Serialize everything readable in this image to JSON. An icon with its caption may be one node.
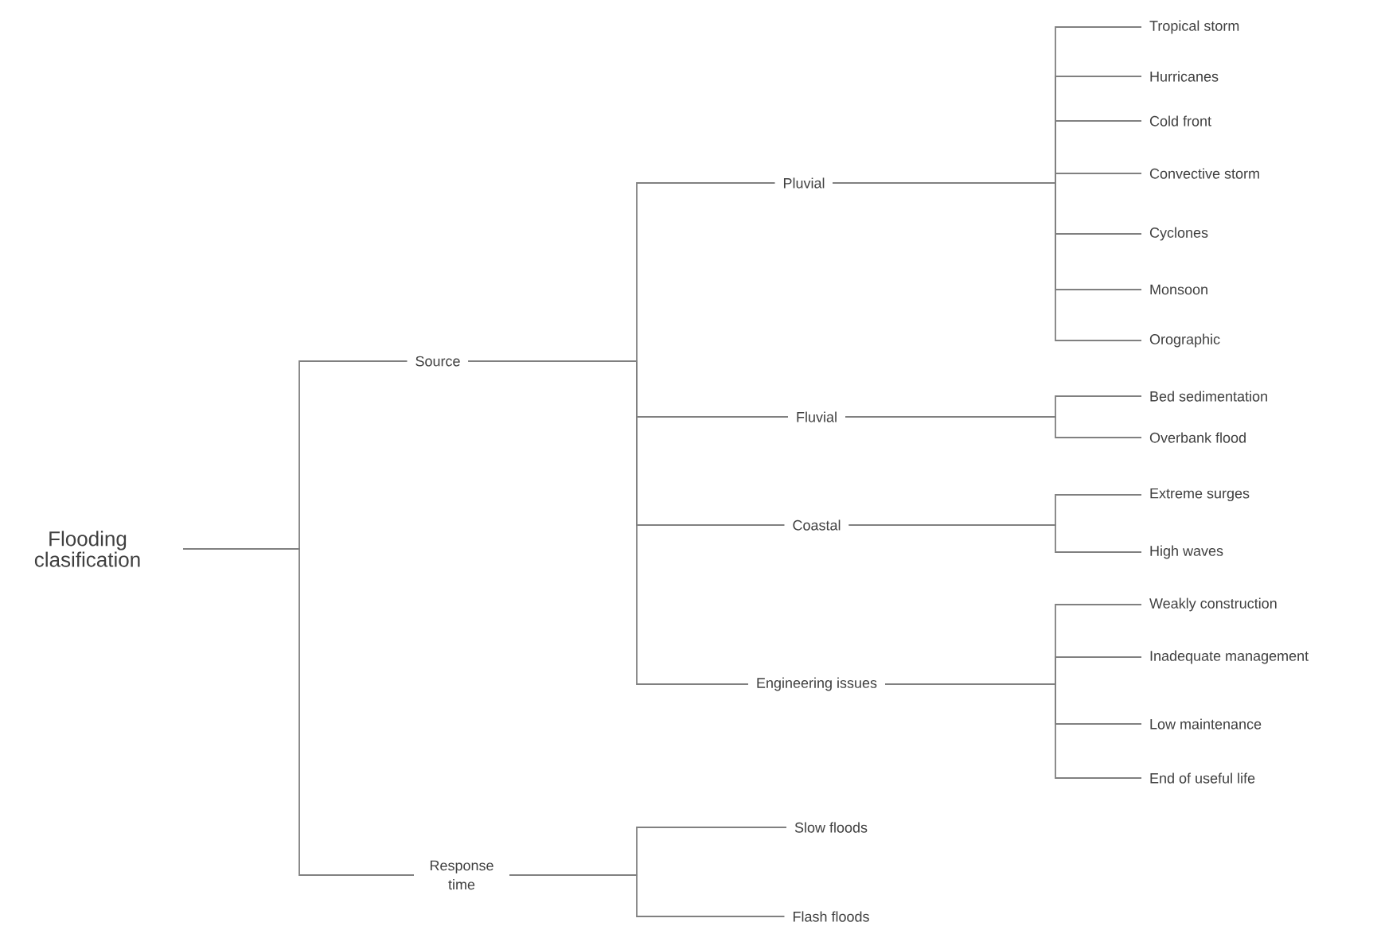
{
  "diagram": {
    "nodes": [
      {
        "text": [
          "Flooding clasification"
        ]
      },
      {
        "text": [
          "Source"
        ]
      },
      {
        "text": [
          "Response time"
        ]
      },
      {
        "text": [
          "Pluvial"
        ]
      },
      {
        "text": [
          "Fluvial"
        ]
      },
      {
        "text": [
          "Coastal"
        ]
      },
      {
        "text": [
          "Engineering issues"
        ]
      },
      {
        "text": [
          "Tropical storm"
        ]
      },
      {
        "text": [
          "Hurricanes"
        ]
      },
      {
        "text": [
          "Cold front"
        ]
      },
      {
        "text": [
          "Convective storm"
        ]
      },
      {
        "text": [
          "Cyclones"
        ]
      },
      {
        "text": [
          "Monsoon"
        ]
      },
      {
        "text": [
          "Orographic"
        ]
      },
      {
        "text": [
          "Bed sedimentation"
        ]
      },
      {
        "text": [
          "Overbank flood"
        ]
      },
      {
        "text": [
          "Extreme surges"
        ]
      },
      {
        "text": [
          "High waves"
        ]
      },
      {
        "text": [
          "Weakly construction"
        ]
      },
      {
        "text": [
          "Inadequate management"
        ]
      },
      {
        "text": [
          "Low maintenance"
        ]
      },
      {
        "text": [
          "End of useful life"
        ]
      },
      {
        "text": [
          "Slow floods"
        ]
      },
      {
        "text": [
          "Flash floods"
        ]
      }
    ],
    "edges": [
      {
        "from": 0,
        "to": 1,
        "arrow": "none"
      },
      {
        "from": 0,
        "to": 2,
        "arrow": "none"
      },
      {
        "from": 1,
        "to": 3,
        "arrow": "none"
      },
      {
        "from": 1,
        "to": 4,
        "arrow": "none"
      },
      {
        "from": 1,
        "to": 5,
        "arrow": "none"
      },
      {
        "from": 1,
        "to": 6,
        "arrow": "none"
      },
      {
        "from": 3,
        "to": 7,
        "arrow": "none"
      },
      {
        "from": 3,
        "to": 8,
        "arrow": "none"
      },
      {
        "from": 3,
        "to": 9,
        "arrow": "none"
      },
      {
        "from": 3,
        "to": 10,
        "arrow": "none"
      },
      {
        "from": 3,
        "to": 11,
        "arrow": "none"
      },
      {
        "from": 3,
        "to": 12,
        "arrow": "none"
      },
      {
        "from": 3,
        "to": 13,
        "arrow": "none"
      },
      {
        "from": 4,
        "to": 14,
        "arrow": "none"
      },
      {
        "from": 4,
        "to": 15,
        "arrow": "none"
      },
      {
        "from": 5,
        "to": 16,
        "arrow": "none"
      },
      {
        "from": 5,
        "to": 17,
        "arrow": "none"
      },
      {
        "from": 6,
        "to": 18,
        "arrow": "none"
      },
      {
        "from": 6,
        "to": 19,
        "arrow": "none"
      },
      {
        "from": 6,
        "to": 20,
        "arrow": "none"
      },
      {
        "from": 6,
        "to": 21,
        "arrow": "none"
      },
      {
        "from": 2,
        "to": 22,
        "arrow": "none"
      },
      {
        "from": 2,
        "to": 23,
        "arrow": "none"
      }
    ]
  }
}
